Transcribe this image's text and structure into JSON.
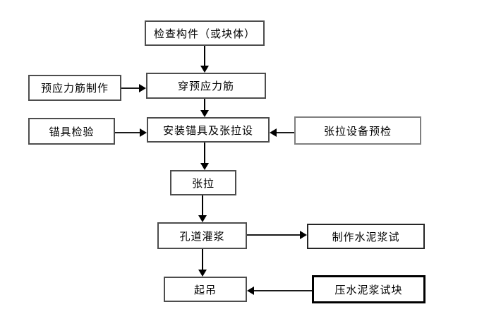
{
  "diagram": {
    "type": "flowchart",
    "background_color": "#ffffff",
    "line_color": "#000000",
    "text_color": "#000000",
    "nodes": {
      "check_component": "检查构件（或块体）",
      "tendon_fabrication": "预应力筋制作",
      "thread_tendon": "穿预应力筋",
      "anchorage_inspection": "锚具检验",
      "install_anchorage": "安装锚具及张拉设",
      "tension_equipment_precheck": "张拉设备预检",
      "tensioning": "张拉",
      "duct_grouting": "孔道灌浆",
      "make_cement_paste_test": "制作水泥浆试",
      "lifting": "起吊",
      "press_cement_test_block": "压水泥浆试块"
    },
    "edges": [
      {
        "from": "check_component",
        "to": "thread_tendon",
        "direction": "down"
      },
      {
        "from": "tendon_fabrication",
        "to": "thread_tendon",
        "direction": "right"
      },
      {
        "from": "thread_tendon",
        "to": "install_anchorage",
        "direction": "down"
      },
      {
        "from": "anchorage_inspection",
        "to": "install_anchorage",
        "direction": "right"
      },
      {
        "from": "tension_equipment_precheck",
        "to": "install_anchorage",
        "direction": "left"
      },
      {
        "from": "install_anchorage",
        "to": "tensioning",
        "direction": "down"
      },
      {
        "from": "tensioning",
        "to": "duct_grouting",
        "direction": "down"
      },
      {
        "from": "duct_grouting",
        "to": "make_cement_paste_test",
        "direction": "right"
      },
      {
        "from": "duct_grouting",
        "to": "lifting",
        "direction": "down"
      },
      {
        "from": "press_cement_test_block",
        "to": "lifting",
        "direction": "left"
      }
    ]
  }
}
